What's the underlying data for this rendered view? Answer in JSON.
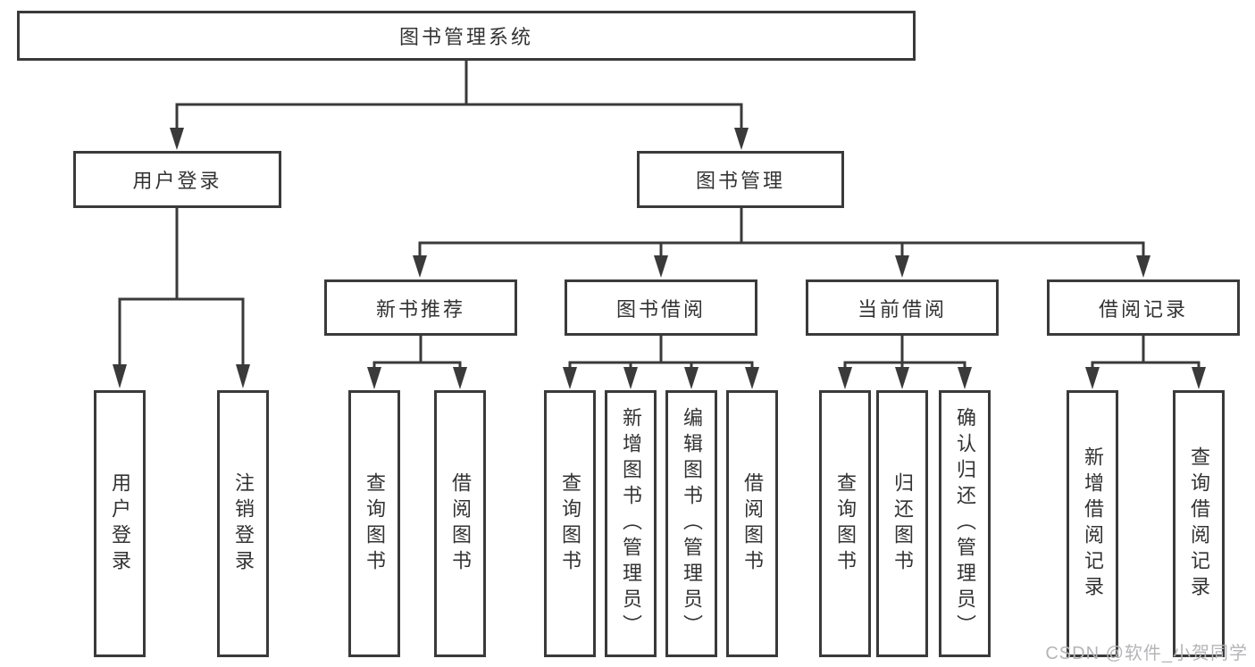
{
  "diagram": {
    "root": {
      "label": "图书管理系统"
    },
    "branches": [
      {
        "label": "用户登录",
        "children": [
          {
            "label": "用户登录"
          },
          {
            "label": "注销登录"
          }
        ]
      },
      {
        "label": "图书管理",
        "children": [
          {
            "label": "新书推荐",
            "children": [
              {
                "label": "查询图书"
              },
              {
                "label": "借阅图书"
              }
            ]
          },
          {
            "label": "图书借阅",
            "children": [
              {
                "label": "查询图书"
              },
              {
                "label": "新增图书（管理员）"
              },
              {
                "label": "编辑图书（管理员）"
              },
              {
                "label": "借阅图书"
              }
            ]
          },
          {
            "label": "当前借阅",
            "children": [
              {
                "label": "查询图书"
              },
              {
                "label": "归还图书"
              },
              {
                "label": "确认归还（管理员）"
              }
            ]
          },
          {
            "label": "借阅记录",
            "children": [
              {
                "label": "新增借阅记录"
              },
              {
                "label": "查询借阅记录"
              }
            ]
          }
        ]
      }
    ]
  },
  "watermark": {
    "text": "CSDN @软件_小贺同学"
  },
  "colors": {
    "line": "#3a3a3a",
    "text": "#333333",
    "watermark": "#b5b5b8",
    "background": "#ffffff"
  }
}
